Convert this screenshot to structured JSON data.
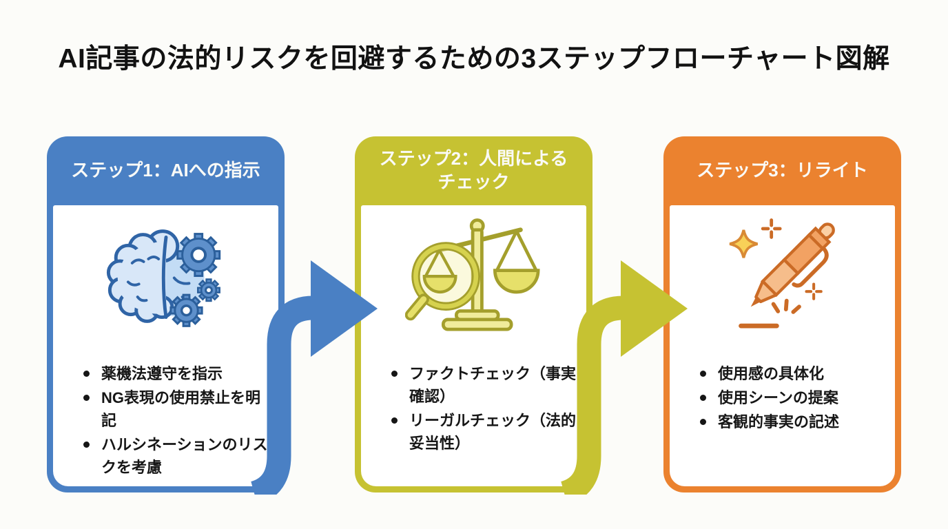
{
  "title": "AI記事の法的リスクを回避するための3ステップフローチャート図解",
  "colors": {
    "step1": "#4A80C4",
    "step2": "#C6C232",
    "step3": "#EB822F",
    "background": "#FCFCF9",
    "text": "#161616",
    "header_text": "#FAFAF7"
  },
  "steps": [
    {
      "title": "ステップ1：AIへの指示",
      "icon": "brain-gears-icon",
      "color": "#4A80C4",
      "bullets": [
        "薬機法遵守を指示",
        "NG表現の使用禁止を明記",
        "ハルシネーションのリスクを考慮"
      ]
    },
    {
      "title": "ステップ2：人間によるチェック",
      "icon": "magnifier-scales-icon",
      "color": "#C6C232",
      "bullets": [
        "ファクトチェック（事実確認）",
        "リーガルチェック（法的妥当性）"
      ]
    },
    {
      "title": "ステップ3：リライト",
      "icon": "pen-sparkles-icon",
      "color": "#EB822F",
      "bullets": [
        "使用感の具体化",
        "使用シーンの提案",
        "客観的事実の記述"
      ]
    }
  ],
  "arrows": [
    {
      "name": "arrow-step1-step2",
      "color": "#4A80C4"
    },
    {
      "name": "arrow-step2-step3",
      "color": "#C6C232"
    }
  ]
}
